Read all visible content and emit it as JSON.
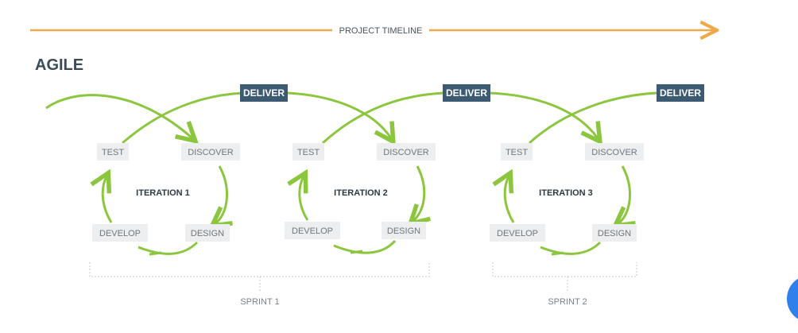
{
  "timeline": {
    "label": "PROJECT TIMELINE"
  },
  "title": "AGILE",
  "deliver_label": "DELIVER",
  "iterations": [
    {
      "name": "ITERATION 1",
      "test": "TEST",
      "discover": "DISCOVER",
      "develop": "DEVELOP",
      "design": "DESIGN"
    },
    {
      "name": "ITERATION 2",
      "test": "TEST",
      "discover": "DISCOVER",
      "develop": "DEVELOP",
      "design": "DESIGN"
    },
    {
      "name": "ITERATION 3",
      "test": "TEST",
      "discover": "DISCOVER",
      "develop": "DEVELOP",
      "design": "DESIGN"
    }
  ],
  "sprints": [
    {
      "label": "SPRINT 1"
    },
    {
      "label": "SPRINT 2"
    }
  ],
  "colors": {
    "timeline": "#f0a94a",
    "green": "#8cc63f",
    "deliver_bg": "#3d5a73",
    "label_bg": "#eceeef",
    "title": "#3b4b57",
    "iteration_text": "#2c3942",
    "step_text": "#6f777d",
    "bracket": "#c5c9cc",
    "sprint_text": "#7a8085"
  }
}
